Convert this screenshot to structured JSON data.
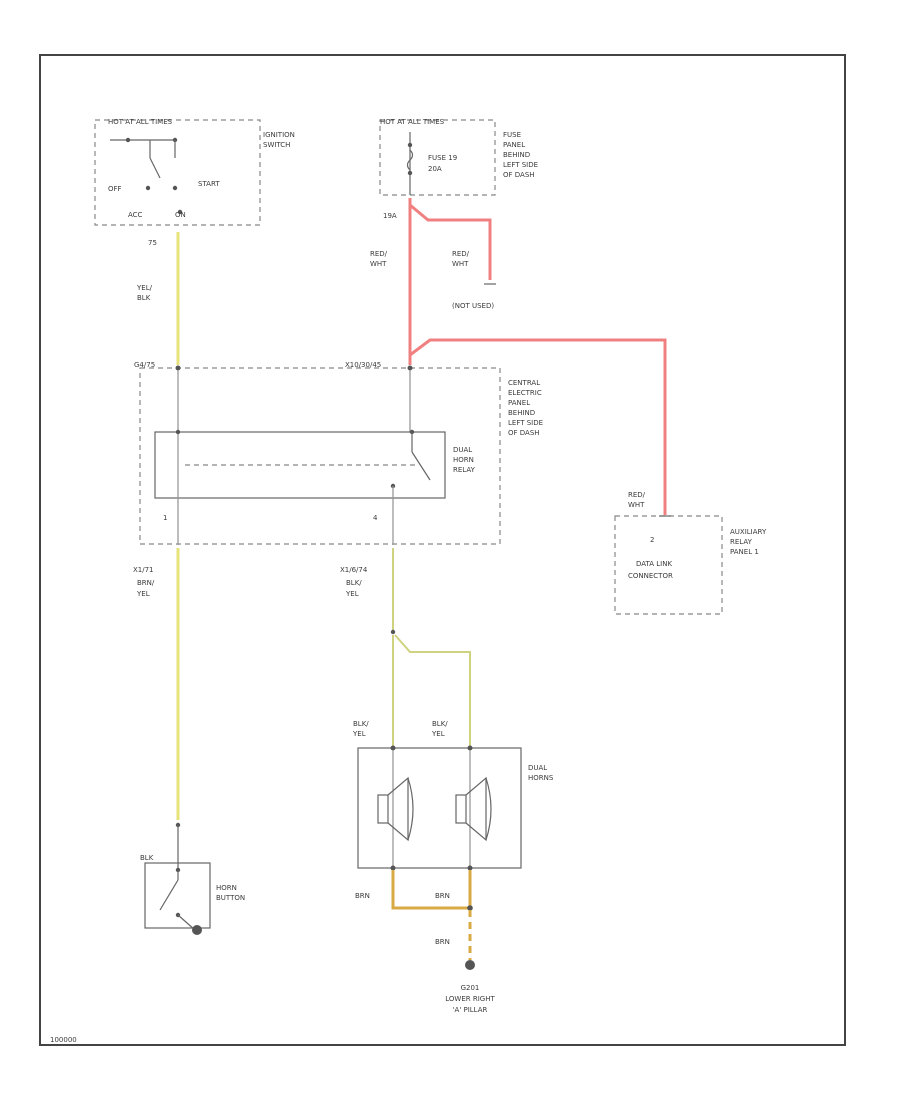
{
  "colors": {
    "red_wht": "#f08080",
    "yel_blk": "#e6e37a",
    "brn_yel": "#e6e37a",
    "blk_yel": "#cfd37f",
    "brn": "#d8aa44"
  },
  "ignition": {
    "header": "HOT AT ALL TIMES",
    "label_l1": "IGNITION",
    "label_l2": "SWITCH",
    "off": "OFF",
    "start": "START",
    "acc": "ACC",
    "on": "ON",
    "pin": "75"
  },
  "fuse": {
    "header": "HOT AT ALL TIMES",
    "name_l1": "FUSE 19",
    "name_l2": "20A",
    "label_l1": "FUSE",
    "label_l2": "PANEL",
    "label_l3": "BEHIND",
    "label_l4": "LEFT SIDE",
    "label_l5": "OF DASH",
    "pin": "19A"
  },
  "wires": {
    "red_wht_1_l1": "RED/",
    "red_wht_1_l2": "WHT",
    "red_wht_2_l1": "RED/",
    "red_wht_2_l2": "WHT",
    "not_used": "(NOT USED)",
    "yel_blk_l1": "YEL/",
    "yel_blk_l2": "BLK",
    "brn_yel_code": "X1/71",
    "brn_yel_l1": "BRN/",
    "brn_yel_l2": "YEL",
    "blk_yel_code": "X1/6/74",
    "blk_yel_l1": "BLK/",
    "blk_yel_l2": "YEL",
    "left_horn_l1": "BLK/",
    "left_horn_l2": "YEL",
    "right_horn_l1": "BLK/",
    "right_horn_l2": "YEL",
    "red_wht_3_l1": "RED/",
    "red_wht_3_l2": "WHT",
    "brn_1": "BRN",
    "brn_2": "BRN",
    "brn_3": "BRN"
  },
  "central_panel": {
    "pin_left": "G4/75",
    "pin_right": "X10/30/45",
    "label_l1": "CENTRAL",
    "label_l2": "ELECTRIC",
    "label_l3": "PANEL",
    "label_l4": "BEHIND",
    "label_l5": "LEFT SIDE",
    "label_l6": "OF DASH",
    "relay_l1": "DUAL",
    "relay_l2": "HORN",
    "relay_l3": "RELAY",
    "pin_bl": "1",
    "pin_br": "4"
  },
  "data_link": {
    "pin": "2",
    "name_l1": "DATA LINK",
    "name_l2": "CONNECTOR",
    "label_l1": "AUXILIARY",
    "label_l2": "RELAY",
    "label_l3": "PANEL 1"
  },
  "horns": {
    "label_l1": "DUAL",
    "label_l2": "HORNS"
  },
  "horn_button": {
    "wire": "BLK",
    "label_l1": "HORN",
    "label_l2": "BUTTON"
  },
  "ground": {
    "code": "G201",
    "label_l1": "LOWER RIGHT",
    "label_l2": "'A' PILLAR"
  },
  "footer": {
    "id": "100000"
  }
}
